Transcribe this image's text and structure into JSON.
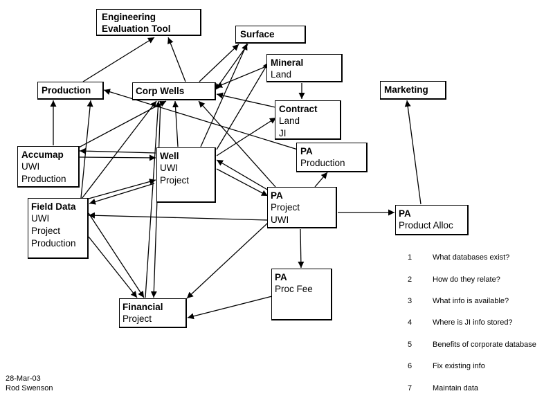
{
  "nodes": {
    "engineering": {
      "title": [
        "Engineering",
        "Evaluation Tool"
      ],
      "lines": []
    },
    "surface": {
      "title": [
        "Surface"
      ],
      "lines": []
    },
    "mineral": {
      "title": [
        "Mineral"
      ],
      "lines": [
        "Land"
      ]
    },
    "production": {
      "title": [
        "Production"
      ],
      "lines": []
    },
    "corp_wells": {
      "title": [
        "Corp Wells"
      ],
      "lines": []
    },
    "marketing": {
      "title": [
        "Marketing"
      ],
      "lines": []
    },
    "contract": {
      "title": [
        "Contract"
      ],
      "lines": [
        "Land",
        "JI"
      ]
    },
    "accumap": {
      "title": [
        "Accumap"
      ],
      "lines": [
        "UWI",
        "Production"
      ]
    },
    "well": {
      "title": [
        "Well"
      ],
      "lines": [
        "UWI",
        "Project"
      ]
    },
    "pa_production": {
      "title": [
        "PA"
      ],
      "lines": [
        "Production"
      ]
    },
    "field_data": {
      "title": [
        "Field Data"
      ],
      "lines": [
        "UWI",
        "Project",
        "Production"
      ]
    },
    "pa_project": {
      "title": [
        "PA"
      ],
      "lines": [
        "Project",
        "UWI"
      ]
    },
    "pa_product_alloc": {
      "title": [
        "PA"
      ],
      "lines": [
        "Product Alloc"
      ]
    },
    "pa_proc_fee": {
      "title": [
        "PA"
      ],
      "lines": [
        "Proc Fee"
      ]
    },
    "financial": {
      "title": [
        "Financial"
      ],
      "lines": [
        "Project"
      ]
    }
  },
  "questions": [
    {
      "num": "1",
      "text": "What databases exist?"
    },
    {
      "num": "2",
      "text": "How do they relate?"
    },
    {
      "num": "3",
      "text": "What info is available?"
    },
    {
      "num": "4",
      "text": "Where is JI info stored?"
    },
    {
      "num": "5",
      "text": "Benefits of corporate database"
    },
    {
      "num": "6",
      "text": "Fix existing info"
    },
    {
      "num": "7",
      "text": "Maintain data"
    }
  ],
  "footer": {
    "date": "28-Mar-03",
    "author": "Rod Swenson"
  }
}
